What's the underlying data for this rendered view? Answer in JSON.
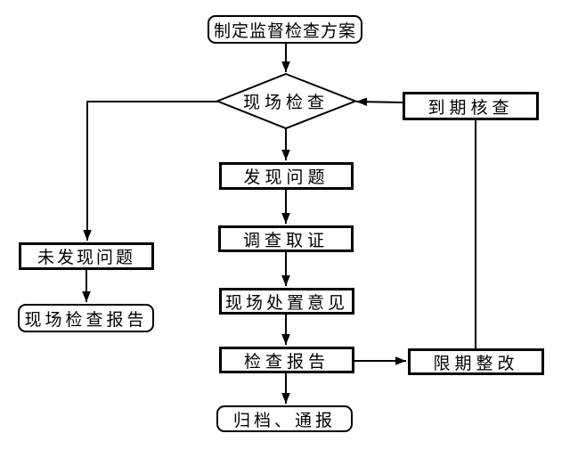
{
  "diagram": {
    "title": "supervision-inspection-flowchart",
    "background_color": "#ffffff",
    "stroke_color": "#000000",
    "nodes": {
      "plan": {
        "label": "制定监督检查方案",
        "shape": "rounded-rect"
      },
      "inspect": {
        "label": "现场检查",
        "shape": "diamond"
      },
      "due": {
        "label": "到期核查",
        "shape": "rect"
      },
      "found": {
        "label": "发现问题",
        "shape": "rect"
      },
      "investigate": {
        "label": "调查取证",
        "shape": "rect"
      },
      "opinion": {
        "label": "现场处置意见",
        "shape": "rect"
      },
      "report": {
        "label": "检查报告",
        "shape": "rect"
      },
      "archive": {
        "label": "归档、通报",
        "shape": "rounded-rect"
      },
      "no_problem": {
        "label": "未发现问题",
        "shape": "rect"
      },
      "site_report": {
        "label": "现场检查报告",
        "shape": "rounded-rect"
      },
      "rectify": {
        "label": "限期整改",
        "shape": "rect"
      }
    },
    "edges": [
      {
        "from": "plan",
        "to": "inspect",
        "arrow": true
      },
      {
        "from": "inspect",
        "to": "found",
        "arrow": true
      },
      {
        "from": "found",
        "to": "investigate",
        "arrow": true
      },
      {
        "from": "investigate",
        "to": "opinion",
        "arrow": true
      },
      {
        "from": "opinion",
        "to": "report",
        "arrow": true
      },
      {
        "from": "report",
        "to": "archive",
        "arrow": true
      },
      {
        "from": "inspect",
        "to": "no_problem",
        "arrow": true
      },
      {
        "from": "no_problem",
        "to": "site_report",
        "arrow": true
      },
      {
        "from": "due",
        "to": "inspect",
        "arrow": true
      },
      {
        "from": "report",
        "to": "rectify",
        "arrow": true
      },
      {
        "from": "rectify",
        "to": "due",
        "arrow": false
      }
    ]
  }
}
